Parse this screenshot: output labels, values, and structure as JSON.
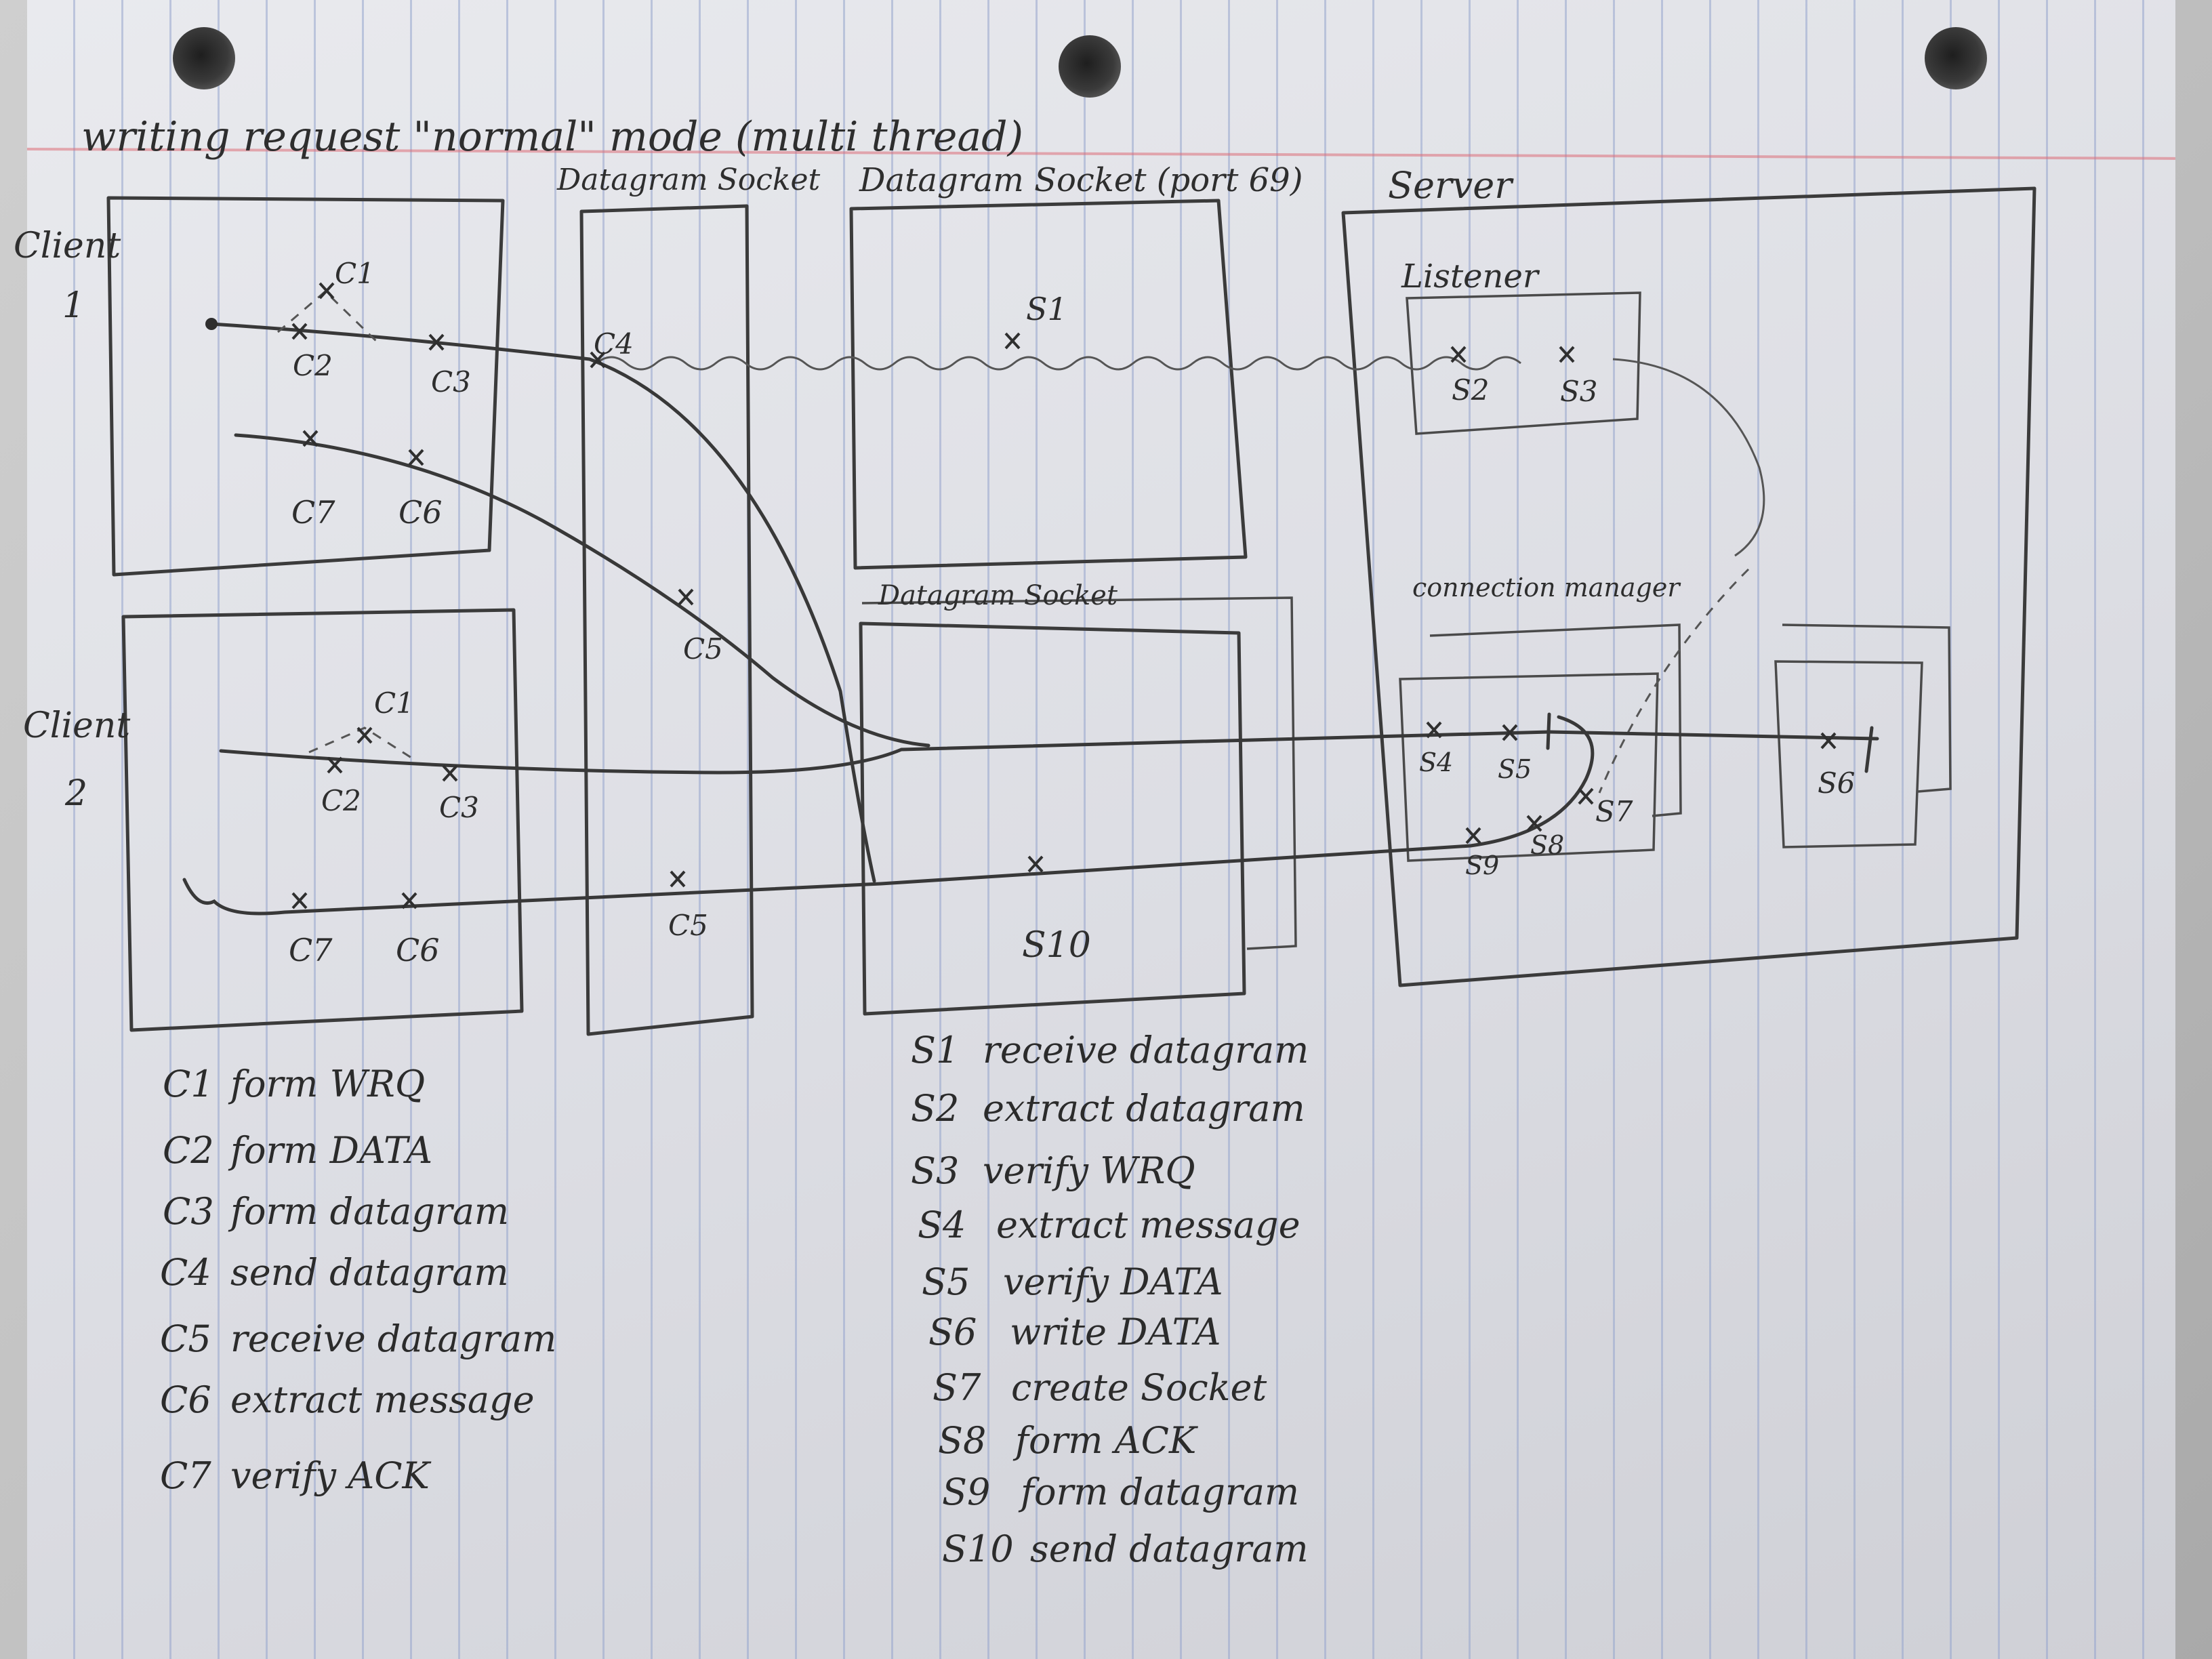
{
  "title": "writing request \"normal\" mode (multi thread)",
  "components": {
    "client1": {
      "label_line1": "Client",
      "label_line2": "1"
    },
    "client2": {
      "label_line1": "Client",
      "label_line2": "2"
    },
    "datagram_socket_left": "Datagram Socket",
    "datagram_socket_port": "Datagram Socket (port 69)",
    "datagram_socket_mid": "Datagram Socket",
    "server": "Server",
    "listener": "Listener",
    "connection_manager": "connection manager"
  },
  "markers": {
    "c1": "C1",
    "c2": "C2",
    "c3": "C3",
    "c4": "C4",
    "c5": "C5",
    "c6": "C6",
    "c7": "C7",
    "s1": "S1",
    "s2": "S2",
    "s3": "S3",
    "s4": "S4",
    "s5": "S5",
    "s6": "S6",
    "s7": "S7",
    "s8": "S8",
    "s9": "S9",
    "s10": "S10"
  },
  "legend_client": [
    {
      "code": "C1",
      "text": "form WRQ"
    },
    {
      "code": "C2",
      "text": "form DATA"
    },
    {
      "code": "C3",
      "text": "form datagram"
    },
    {
      "code": "C4",
      "text": "send datagram"
    },
    {
      "code": "C5",
      "text": "receive datagram"
    },
    {
      "code": "C6",
      "text": "extract message"
    },
    {
      "code": "C7",
      "text": "verify ACK"
    }
  ],
  "legend_server": [
    {
      "code": "S1",
      "text": "receive datagram"
    },
    {
      "code": "S2",
      "text": "extract datagram"
    },
    {
      "code": "S3",
      "text": "verify WRQ"
    },
    {
      "code": "S4",
      "text": "extract message"
    },
    {
      "code": "S5",
      "text": "verify DATA"
    },
    {
      "code": "S6",
      "text": "write DATA"
    },
    {
      "code": "S7",
      "text": "create Socket"
    },
    {
      "code": "S8",
      "text": "form ACK"
    },
    {
      "code": "S9",
      "text": "form datagram"
    },
    {
      "code": "S10",
      "text": "send datagram"
    }
  ]
}
